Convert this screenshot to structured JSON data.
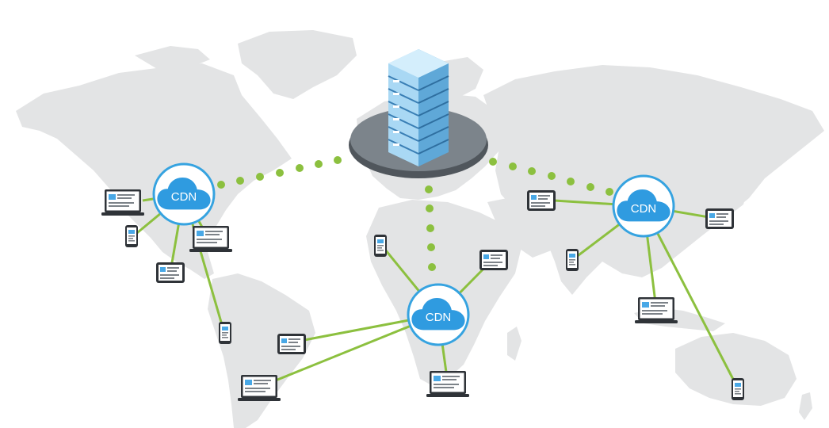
{
  "diagram": {
    "colors": {
      "background": "#ffffff",
      "land": "#e3e4e5",
      "link": "#8cc03f",
      "dots": "#8cc03f",
      "cdn_ring": "#36a3e0",
      "cloud": "#2f9be0",
      "server_platform": "#707880",
      "server_body": "#9fd4f2"
    },
    "nodes": {
      "origin_server": {
        "icon": "server-rack-icon"
      },
      "cdns": [
        {
          "id": "cdn-americas",
          "label": "CDN",
          "icon": "cloud-icon"
        },
        {
          "id": "cdn-africa",
          "label": "CDN",
          "icon": "cloud-icon"
        },
        {
          "id": "cdn-asia",
          "label": "CDN",
          "icon": "cloud-icon"
        }
      ]
    },
    "devices": {
      "cdn-americas": [
        "laptop",
        "phone",
        "tablet",
        "laptop",
        "phone"
      ],
      "cdn-africa": [
        "phone",
        "tablet",
        "tablet",
        "laptop",
        "laptop"
      ],
      "cdn-asia": [
        "tablet",
        "phone",
        "tablet",
        "laptop",
        "phone"
      ]
    }
  }
}
